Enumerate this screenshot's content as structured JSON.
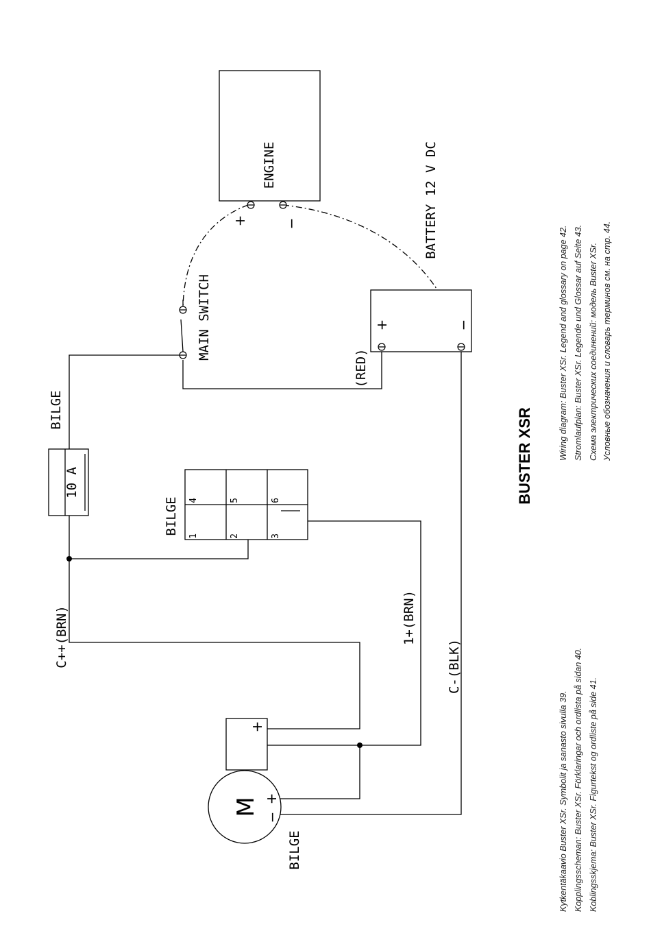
{
  "title": "BUSTER XSR",
  "labels": {
    "engine": "ENGINE",
    "battery": "BATTERY 12 V DC",
    "main_switch": "MAIN SWITCH",
    "red": "(RED)",
    "bilge_fuse": "BILGE",
    "fuse_rating": "10 A",
    "bilge_switch": "BILGE",
    "bilge_pump": "BILGE",
    "c_plus": "C++(BRN)",
    "one_plus": "1+(BRN)",
    "c_minus": "C-(BLK)",
    "motor": "M",
    "plus": "+",
    "minus": "−",
    "sw_pins": [
      "4",
      "5",
      "6",
      "1",
      "2",
      "3"
    ]
  },
  "captions": {
    "left": [
      "Kytkentäkaavio Buster XSr. Symbolit ja sanasto sivulla 39.",
      "Kopplingsscheman: Buster XSr. Förklaringar och ordlista på sidan 40.",
      "Koblingsskjema: Buster XSr. Figurtekst og ordliste på side 41."
    ],
    "right": [
      "Wiring diagram: Buster XSr. Legend and glossary on page 42.",
      "Stromlaufplan: Buster XSr. Legende und Glossar auf Seite 43.",
      "Схема электрических соединений: модель Buster XSr.",
      "Условные обозначения и словарь терминов см. на стр. 44."
    ]
  }
}
